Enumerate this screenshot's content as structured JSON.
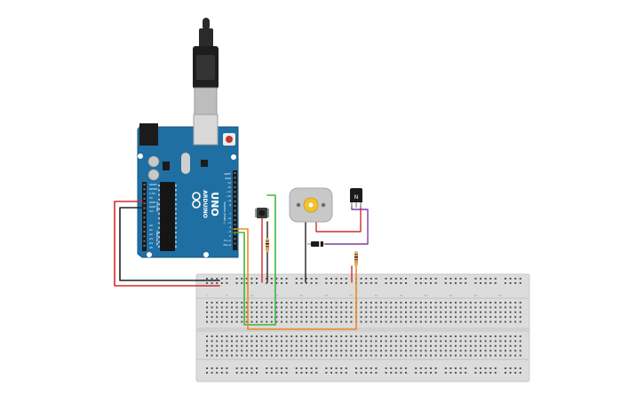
{
  "arduino": {
    "brand": "ARDUINO",
    "model": "UNO",
    "power_label": "POWER",
    "analog_label": "ANALOG IN",
    "digital_label": "DIGITAL (PWM~)",
    "power_pins": [
      "IOREF",
      "RESET",
      "3.3V",
      "5V",
      "GND",
      "GND",
      "Vin"
    ],
    "analog_pins": [
      "A0",
      "A1",
      "A2",
      "A3",
      "A4",
      "A5"
    ],
    "digital_pins": [
      "AREF",
      "GND",
      "13",
      "12",
      "~11",
      "~10",
      "~9",
      "8",
      "7",
      "~6",
      "~5",
      "4",
      "~3",
      "2",
      "TX→1",
      "RX←0"
    ]
  },
  "transistor": {
    "label": "N"
  },
  "breadboard": {
    "column_numbers": [
      "1",
      "5",
      "10",
      "15",
      "20",
      "25",
      "30",
      "35",
      "40",
      "45",
      "50",
      "55",
      "60"
    ]
  },
  "colors": {
    "board": "#1f6fa3",
    "breadboard": "#dcdcdc",
    "wire_red": "#d42b2b",
    "wire_black": "#222222",
    "wire_green": "#3db83d",
    "wire_orange": "#f08a1c",
    "wire_purple": "#7a3fa0",
    "motor": "#c8c8c8",
    "motor_shaft": "#f2c230"
  }
}
